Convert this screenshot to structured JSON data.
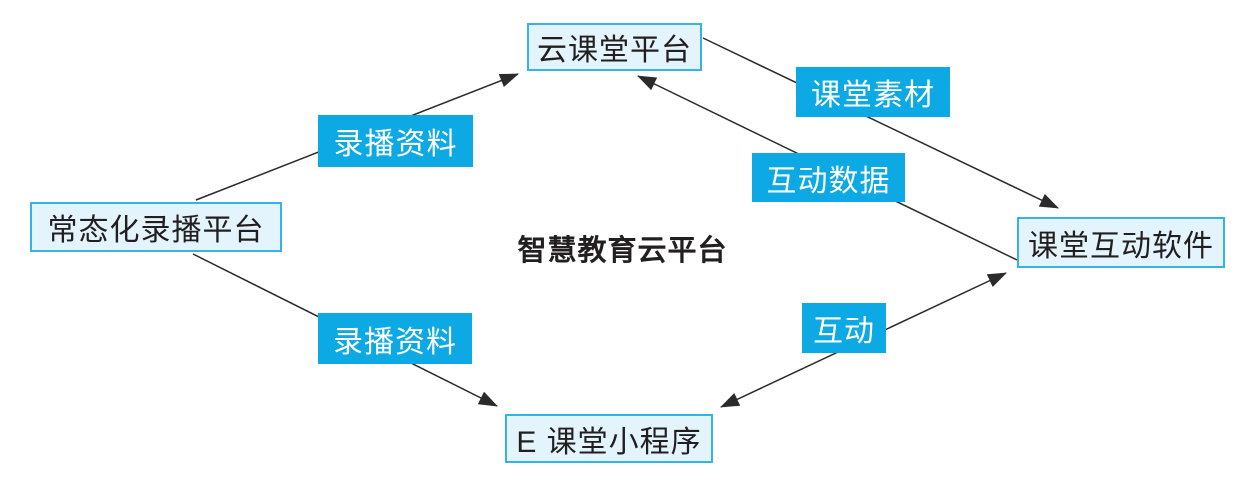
{
  "title": {
    "text": "智慧教育云平台"
  },
  "nodes": {
    "recording_platform": {
      "label": "常态化录播平台"
    },
    "cloud_classroom": {
      "label": "云课堂平台"
    },
    "interactive_software": {
      "label": "课堂互动软件"
    },
    "eclass_miniprogram": {
      "label": "E 课堂小程序"
    }
  },
  "edges": [
    {
      "from": "常态化录播平台",
      "to": "云课堂平台",
      "label": "录播资料",
      "bidirectional": false
    },
    {
      "from": "常态化录播平台",
      "to": "E 课堂小程序",
      "label": "录播资料",
      "bidirectional": false
    },
    {
      "from": "云课堂平台",
      "to": "课堂互动软件",
      "label": "课堂素材",
      "bidirectional": false
    },
    {
      "from": "课堂互动软件",
      "to": "云课堂平台",
      "label": "互动数据",
      "bidirectional": false
    },
    {
      "from": "E 课堂小程序",
      "to": "课堂互动软件",
      "label": "互动",
      "bidirectional": true
    }
  ],
  "colors": {
    "node_fill": "#e3f4fc",
    "node_border": "#35b2e8",
    "label_fill": "#0ca9e5",
    "label_text": "#ffffff",
    "line": "#2b2b2b",
    "text": "#231f20",
    "background": "#ffffff"
  }
}
